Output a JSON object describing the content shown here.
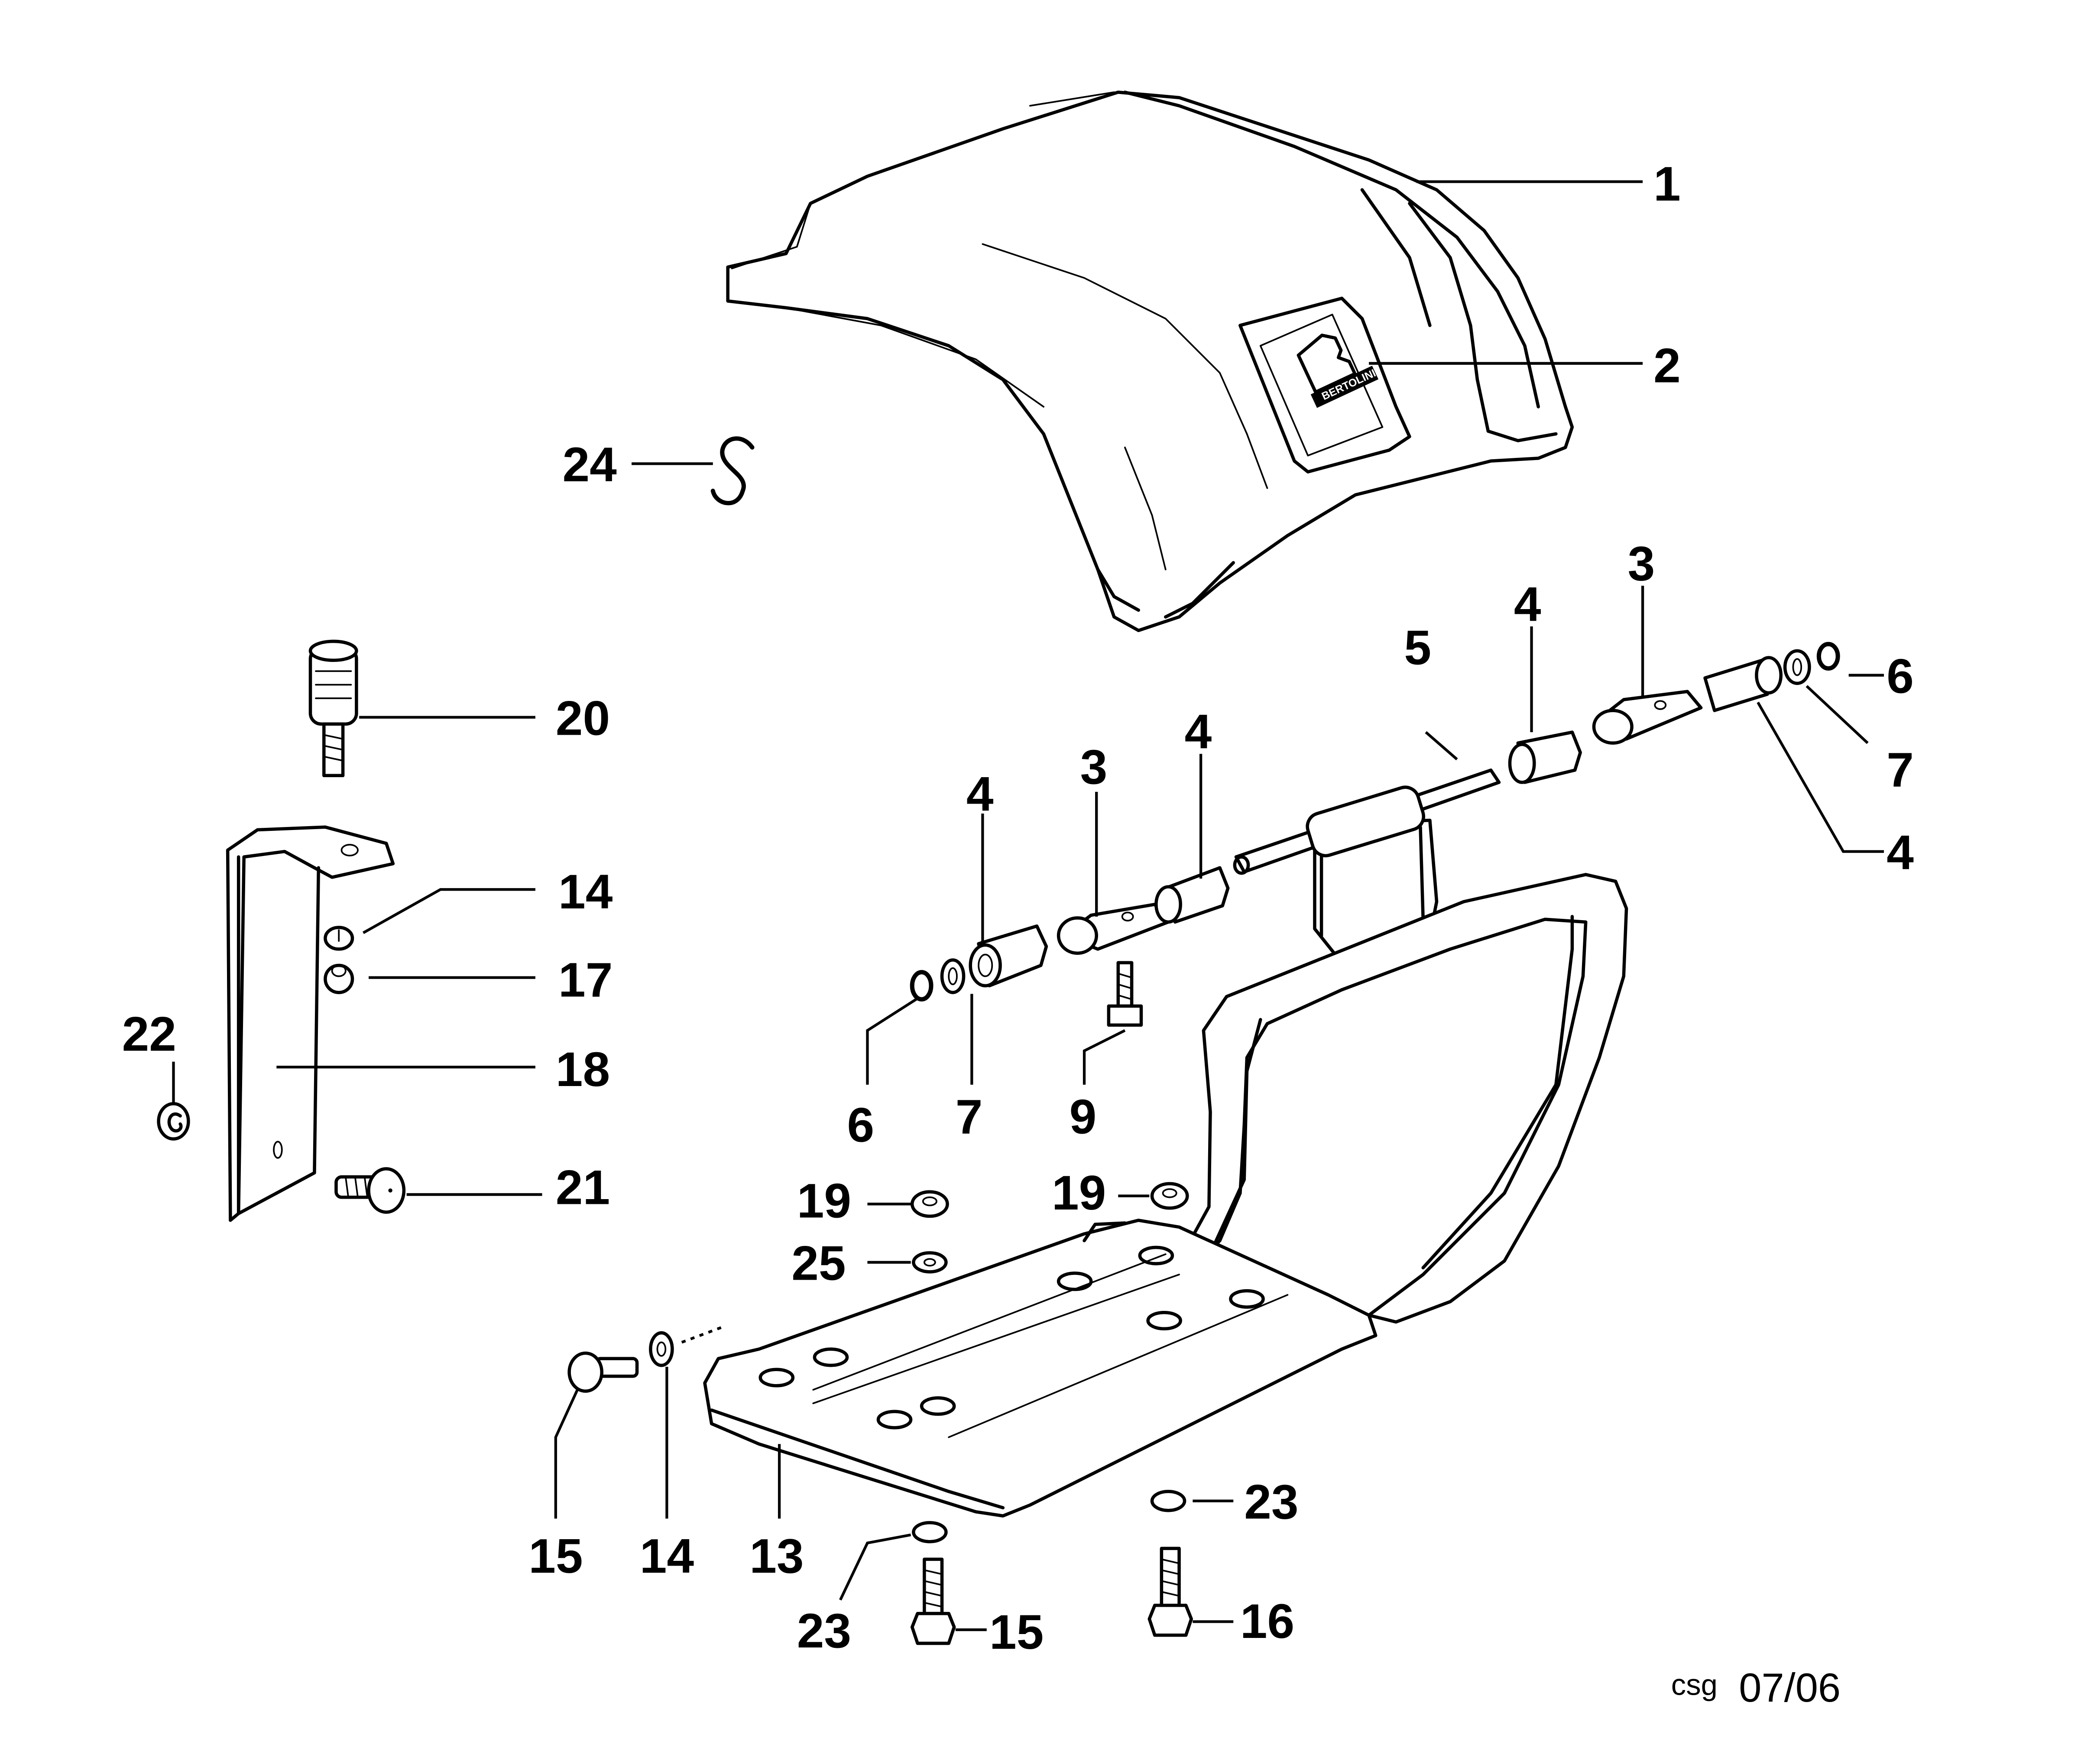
{
  "diagram": {
    "brand_logo": "BERTOLINI",
    "footer_code": "csg",
    "footer_date": "07/06",
    "callouts": [
      {
        "id": "c1",
        "label": "1"
      },
      {
        "id": "c2",
        "label": "2"
      },
      {
        "id": "c24",
        "label": "24"
      },
      {
        "id": "c20",
        "label": "20"
      },
      {
        "id": "c14a",
        "label": "14"
      },
      {
        "id": "c17",
        "label": "17"
      },
      {
        "id": "c22",
        "label": "22"
      },
      {
        "id": "c18",
        "label": "18"
      },
      {
        "id": "c21",
        "label": "21"
      },
      {
        "id": "c5",
        "label": "5"
      },
      {
        "id": "c4a",
        "label": "4"
      },
      {
        "id": "c3a",
        "label": "3"
      },
      {
        "id": "c6a",
        "label": "6"
      },
      {
        "id": "c7a",
        "label": "7"
      },
      {
        "id": "c4b",
        "label": "4"
      },
      {
        "id": "c4c",
        "label": "4"
      },
      {
        "id": "c3b",
        "label": "3"
      },
      {
        "id": "c4d",
        "label": "4"
      },
      {
        "id": "c6b",
        "label": "6"
      },
      {
        "id": "c7b",
        "label": "7"
      },
      {
        "id": "c9",
        "label": "9"
      },
      {
        "id": "c19a",
        "label": "19"
      },
      {
        "id": "c19b",
        "label": "19"
      },
      {
        "id": "c25",
        "label": "25"
      },
      {
        "id": "c15a",
        "label": "15"
      },
      {
        "id": "c14b",
        "label": "14"
      },
      {
        "id": "c13",
        "label": "13"
      },
      {
        "id": "c23a",
        "label": "23"
      },
      {
        "id": "c23b",
        "label": "23"
      },
      {
        "id": "c15b",
        "label": "15"
      },
      {
        "id": "c16",
        "label": "16"
      }
    ]
  }
}
